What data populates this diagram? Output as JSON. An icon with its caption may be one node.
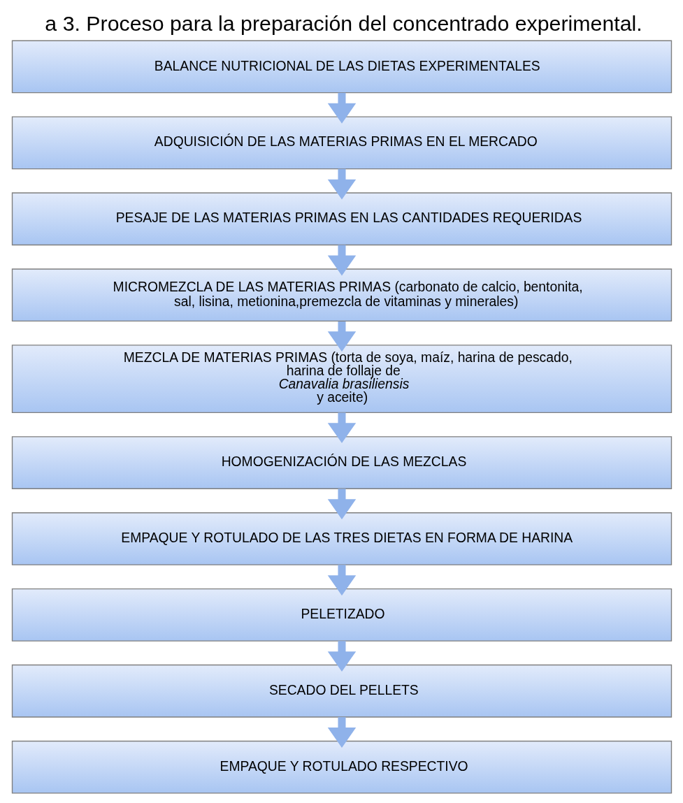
{
  "diagram": {
    "title": "a 3. Proceso para la preparación del concentrado experimental.",
    "nodes": [
      {
        "text": [
          "BALANCE NUTRICIONAL DE LAS DIETAS EXPERIMENTALES"
        ]
      },
      {
        "text": [
          "ADQUISICIÓN DE LAS MATERIAS PRIMAS EN EL MERCADO"
        ]
      },
      {
        "text": [
          "PESAJE DE LAS MATERIAS PRIMAS EN LAS CANTIDADES REQUERIDAS"
        ]
      },
      {
        "text": [
          "MICROMEZCLA DE LAS MATERIAS PRIMAS (carbonato de calcio, bentonita, sal, lisina, metionina,premezcla de vitaminas y minerales)"
        ]
      },
      {
        "text": [
          "MEZCLA DE MATERIAS PRIMAS (torta de soya, maíz, harina de pescado, harina de follaje de *Canavalia brasiliensis* y aceite)"
        ]
      },
      {
        "text": [
          "HOMOGENIZACIÓN DE LAS MEZCLAS"
        ]
      },
      {
        "text": [
          "EMPAQUE Y ROTULADO DE LAS TRES DIETAS EN FORMA DE HARINA"
        ]
      },
      {
        "text": [
          "PELETIZADO"
        ]
      },
      {
        "text": [
          "SECADO DEL PELLETS"
        ]
      },
      {
        "text": [
          "EMPAQUE Y ROTULADO RESPECTIVO"
        ]
      }
    ],
    "edges": [
      {
        "from": 0,
        "to": 1,
        "arrow": "to"
      },
      {
        "from": 1,
        "to": 2,
        "arrow": "to"
      },
      {
        "from": 2,
        "to": 3,
        "arrow": "to"
      },
      {
        "from": 3,
        "to": 4,
        "arrow": "to"
      },
      {
        "from": 4,
        "to": 5,
        "arrow": "to"
      },
      {
        "from": 5,
        "to": 6,
        "arrow": "to"
      },
      {
        "from": 6,
        "to": 7,
        "arrow": "to"
      },
      {
        "from": 7,
        "to": 8,
        "arrow": "to"
      },
      {
        "from": 8,
        "to": 9,
        "arrow": "to"
      }
    ]
  }
}
